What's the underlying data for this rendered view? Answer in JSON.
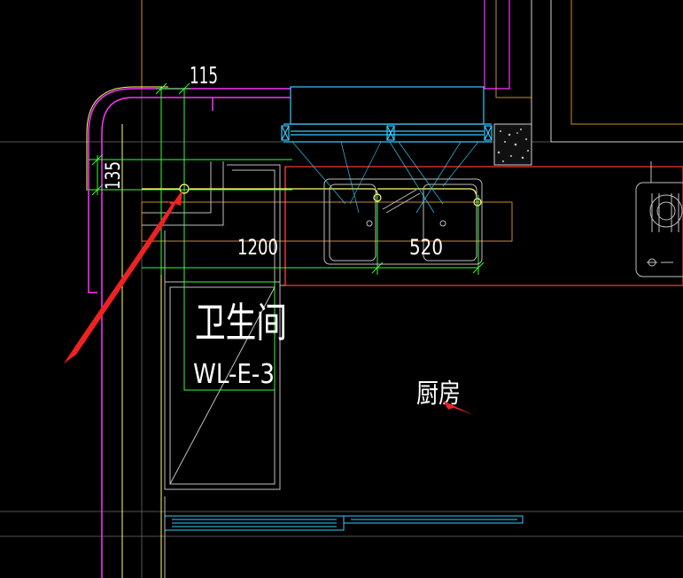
{
  "drawing": {
    "dimensions": {
      "top_width": "115",
      "side_height": "135",
      "wall_run": "1200",
      "sink_width": "520"
    },
    "rooms": {
      "bathroom_name": "卫生间",
      "bathroom_code": "WL-E-3",
      "kitchen_name": "厨房"
    }
  },
  "colors": {
    "background": "#000000",
    "red": "#ff3b3b",
    "green": "#33ff33",
    "yellow": "#ffff66",
    "cyan": "#33ccff",
    "magenta": "#ff33ff",
    "gray": "#bfbfbf",
    "orange": "#d08a2b",
    "annotation_arrow": "#ee2222"
  }
}
